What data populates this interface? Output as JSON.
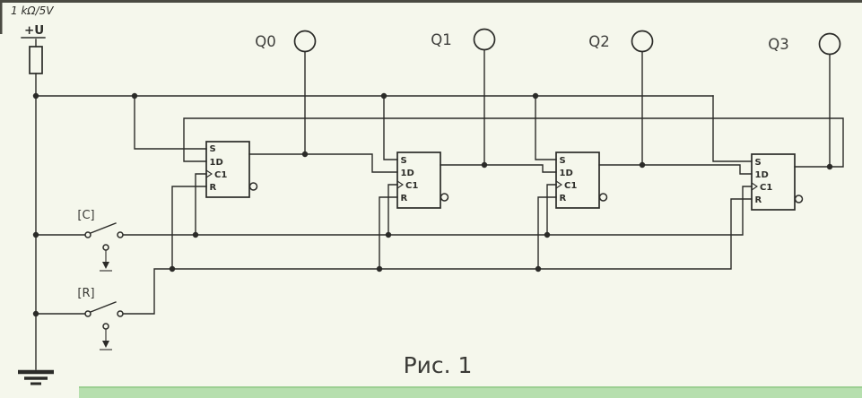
{
  "colors": {
    "line": "#2b2b28",
    "background": "#f5f7ec",
    "scan_strip_green": "#b6dfae",
    "scan_border_dark": "#4a4a42"
  },
  "power": {
    "resistor_label": "1 kΩ/5V",
    "supply_label": "+U"
  },
  "outputs": [
    {
      "label": "Q0"
    },
    {
      "label": "Q1"
    },
    {
      "label": "Q2"
    },
    {
      "label": "Q3"
    }
  ],
  "flipflops": [
    {
      "pins": {
        "s": "S",
        "d": "1D",
        "c": "C1",
        "r": "R"
      }
    },
    {
      "pins": {
        "s": "S",
        "d": "1D",
        "c": "C1",
        "r": "R"
      }
    },
    {
      "pins": {
        "s": "S",
        "d": "1D",
        "c": "C1",
        "r": "R"
      }
    },
    {
      "pins": {
        "s": "S",
        "d": "1D",
        "c": "C1",
        "r": "R"
      }
    }
  ],
  "switches": [
    {
      "label": "[C]"
    },
    {
      "label": "[R]"
    }
  ],
  "caption": {
    "text": "Рис. 1"
  }
}
